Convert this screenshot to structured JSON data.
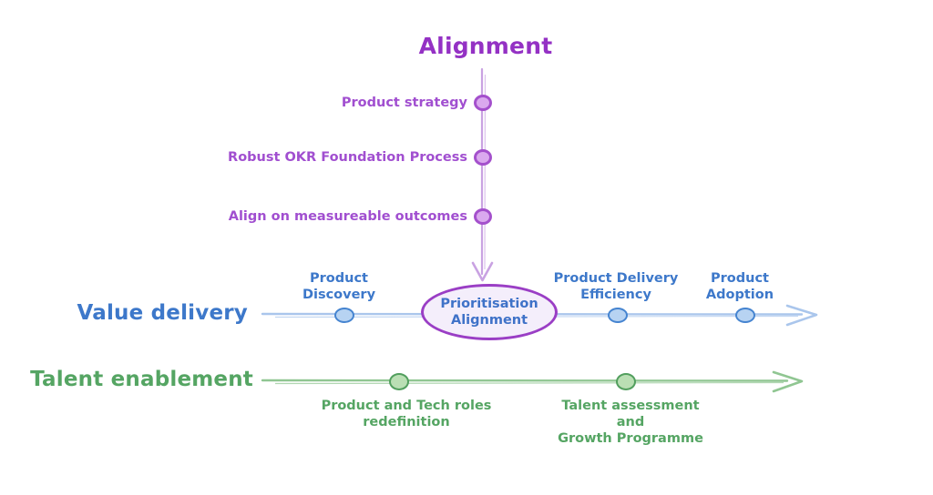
{
  "diagram": {
    "alignment_axis": {
      "title": "Alignment",
      "items": [
        {
          "label": "Product strategy"
        },
        {
          "label": "Robust OKR Foundation Process"
        },
        {
          "label": "Align on measureable outcomes"
        }
      ]
    },
    "center_node": {
      "label": "Prioritisation\nAlignment"
    },
    "value_delivery_axis": {
      "title": "Value delivery",
      "items": [
        {
          "label": "Product\nDiscovery"
        },
        {
          "label": "Product Delivery\nEfficiency"
        },
        {
          "label": "Product\nAdoption"
        }
      ]
    },
    "talent_enablement_axis": {
      "title": "Talent enablement",
      "items": [
        {
          "label": "Product and Tech roles\nredefinition"
        },
        {
          "label": "Talent assessment\nand\nGrowth Programme"
        }
      ]
    },
    "colors": {
      "purple_title": "#9431c4",
      "purple_label": "#a14fd0",
      "purple_line": "#c9a2e2",
      "purple_node_stroke": "#a450cc",
      "purple_node_fill": "#daa9ee",
      "ellipse_stroke": "#9a3ec5",
      "ellipse_fill": "#f4eefb",
      "blue_label": "#3d78ca",
      "blue_line": "#aac6ec",
      "blue_node_stroke": "#4584d0",
      "blue_node_fill": "#b7d3f2",
      "green_label": "#55a563",
      "green_line": "#90c692",
      "green_node_stroke": "#529f5e",
      "green_node_fill": "#badfb4",
      "background": "#ffffff"
    }
  }
}
